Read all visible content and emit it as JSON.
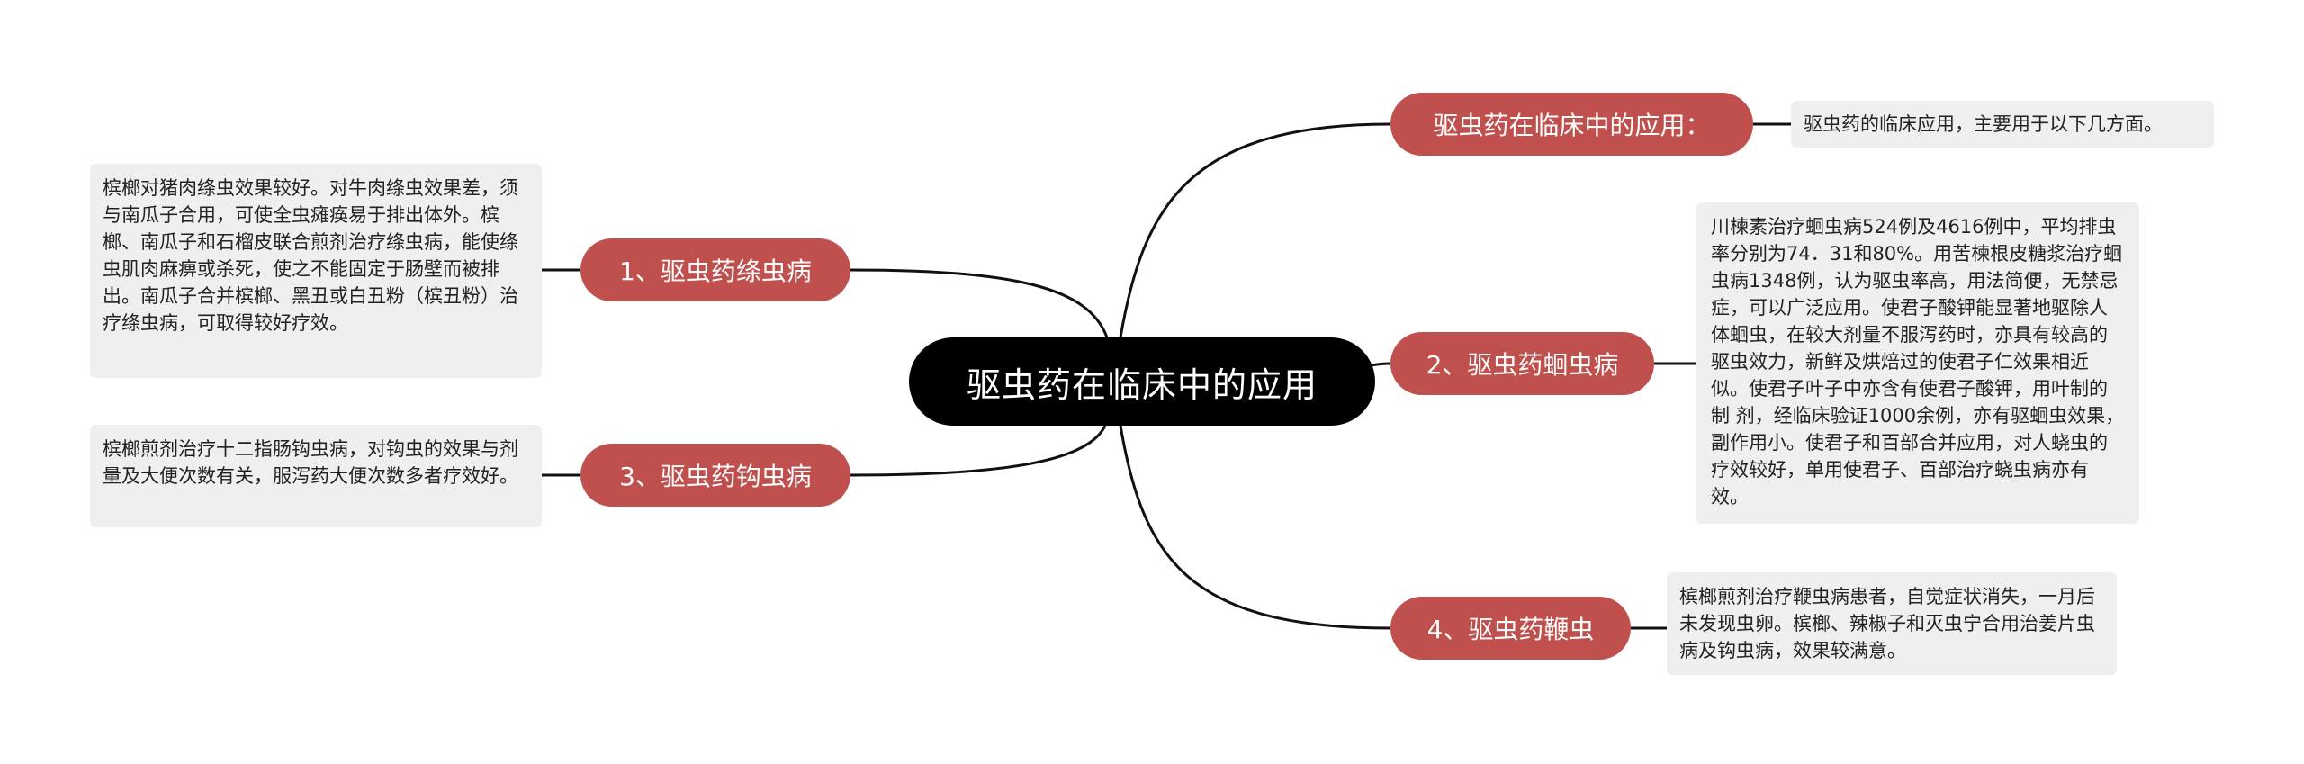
{
  "root": {
    "label": "驱虫药在临床中的应用"
  },
  "branches": [
    {
      "label": "驱虫药在临床中的应用：",
      "detail": "驱虫药的临床应用，主要用于以下几方面。"
    },
    {
      "label": "2、驱虫药蛔虫病",
      "detail": "川楝素治疗蛔虫病524例及4616例中，平均排虫率分别为74．31和80%。用苦楝根皮糖浆治疗蛔虫病1348例，认为驱虫率高，用法简便，无禁忌症，可以广泛应用。使君子酸钾能显著地驱除人体蛔虫，在较大剂量不服泻药时，亦具有较高的驱虫效力，新鲜及烘焙过的使君子仁效果相近似。使君子叶子中亦含有使君子酸钾，用叶制的制 剂，经临床验证1000余例，亦有驱蛔虫效果，副作用小。使君子和百部合并应用，对人蛲虫的疗效较好，单用使君子、百部治疗蛲虫病亦有效。"
    },
    {
      "label": "4、驱虫药鞭虫",
      "detail": "槟榔煎剂治疗鞭虫病患者，自觉症状消失，一月后未发现虫卵。槟榔、辣椒子和灭虫宁合用治姜片虫病及钩虫病，效果较满意。"
    },
    {
      "label": "1、驱虫药绦虫病",
      "detail": "槟榔对猪肉绦虫效果较好。对牛肉绦虫效果差，须与南瓜子合用，可使全虫瘫痪易于排出体外。槟榔、南瓜子和石榴皮联合煎剂治疗绦虫病，能使绦虫肌肉麻痹或杀死，使之不能固定于肠壁而被排出。南瓜子合并槟榔、黑丑或白丑粉（槟丑粉）治疗绦虫病，可取得较好疗效。"
    },
    {
      "label": "3、驱虫药钩虫病",
      "detail": "槟榔煎剂治疗十二指肠钩虫病，对钩虫的效果与剂量及大便次数有关，服泻药大便次数多者疗效好。"
    }
  ],
  "colors": {
    "root": "#000000",
    "branch": "#c0504d",
    "leaf": "#efefef",
    "line": "#111111"
  }
}
